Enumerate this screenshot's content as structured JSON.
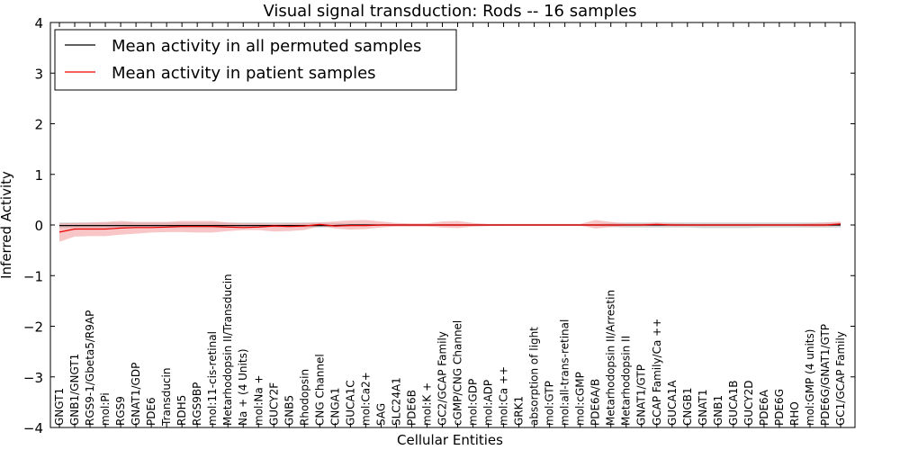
{
  "chart_data": {
    "type": "line",
    "title": "Visual signal transduction: Rods -- 16 samples",
    "xlabel": "Cellular Entities",
    "ylabel": "Inferred Activity",
    "ylim": [
      -4,
      4
    ],
    "yticks": [
      "−4",
      "−3",
      "−2",
      "−1",
      "0",
      "1",
      "2",
      "3",
      "4"
    ],
    "grid": false,
    "legend_position": "top-left",
    "categories": [
      "GNGT1",
      "GNB1/GNGT1",
      "RGS9-1/Gbeta5/R9AP",
      "mol:Pi",
      "RGS9",
      "GNAT1/GDP",
      "PDE6",
      "Transducin",
      "RDH5",
      "RGS9BP",
      "mol:11-cis-retinal",
      "Metarhodopsin II/Transducin",
      "Na + (4 Units)",
      "mol:Na +",
      "GUCY2F",
      "GNB5",
      "Rhodopsin",
      "CNG Channel",
      "CNGA1",
      "GUCA1C",
      "mol:Ca2+",
      "SAG",
      "SLC24A1",
      "PDE6B",
      "mol:K +",
      "GC2/GCAP Family",
      "cGMP/CNG Channel",
      "mol:GDP",
      "mol:ADP",
      "mol:Ca ++",
      "GRK1",
      "absorption of light",
      "mol:GTP",
      "mol:all-trans-retinal",
      "mol:cGMP",
      "PDE6A/B",
      "Metarhodopsin II/Arrestin",
      "Metarhodopsin II",
      "GNAT1/GTP",
      "GCAP Family/Ca ++",
      "GUCA1A",
      "CNGB1",
      "GNAT1",
      "GNB1",
      "GUCA1B",
      "GUCY2D",
      "PDE6A",
      "PDE6G",
      "RHO",
      "mol:GMP (4 units)",
      "PDE6G/GNAT1/GTP",
      "GC1/GCAP Family"
    ],
    "series": [
      {
        "name": "Mean activity in all permuted samples",
        "color": "#000000",
        "band_color": "#b0b0b0",
        "values": [
          -0.01,
          -0.01,
          -0.01,
          -0.01,
          -0.01,
          -0.01,
          -0.01,
          -0.01,
          -0.01,
          -0.01,
          -0.01,
          -0.01,
          -0.01,
          -0.01,
          -0.01,
          -0.01,
          -0.01,
          -0.01,
          -0.01,
          0,
          0,
          0,
          0,
          0,
          0,
          0,
          0,
          0,
          0,
          0,
          0,
          0,
          0,
          0,
          0,
          0,
          0,
          0,
          0,
          0,
          0,
          0,
          0,
          0,
          0,
          0,
          0,
          0,
          0,
          0,
          0,
          0
        ],
        "band_low": [
          -0.06,
          -0.06,
          -0.06,
          -0.06,
          -0.06,
          -0.06,
          -0.06,
          -0.06,
          -0.06,
          -0.06,
          -0.06,
          -0.06,
          -0.05,
          -0.05,
          -0.05,
          -0.05,
          -0.05,
          -0.05,
          -0.04,
          -0.02,
          -0.02,
          -0.02,
          -0.02,
          -0.02,
          -0.02,
          -0.02,
          -0.02,
          -0.02,
          -0.02,
          -0.02,
          -0.02,
          -0.02,
          -0.02,
          -0.02,
          -0.02,
          -0.02,
          -0.04,
          -0.05,
          -0.05,
          -0.05,
          -0.05,
          -0.05,
          -0.06,
          -0.06,
          -0.06,
          -0.06,
          -0.05,
          -0.05,
          -0.05,
          -0.05,
          -0.05,
          -0.05
        ],
        "band_high": [
          0.05,
          0.05,
          0.05,
          0.05,
          0.05,
          0.05,
          0.05,
          0.05,
          0.05,
          0.05,
          0.05,
          0.05,
          0.05,
          0.05,
          0.05,
          0.05,
          0.05,
          0.05,
          0.04,
          0.02,
          0.02,
          0.02,
          0.02,
          0.02,
          0.02,
          0.02,
          0.02,
          0.02,
          0.02,
          0.02,
          0.02,
          0.02,
          0.02,
          0.02,
          0.02,
          0.02,
          0.04,
          0.05,
          0.05,
          0.05,
          0.05,
          0.05,
          0.05,
          0.05,
          0.05,
          0.05,
          0.05,
          0.05,
          0.05,
          0.05,
          0.05,
          0.05
        ]
      },
      {
        "name": "Mean activity in patient samples",
        "color": "#ee0000",
        "band_color": "#f4a0a0",
        "values": [
          -0.14,
          -0.08,
          -0.08,
          -0.08,
          -0.06,
          -0.05,
          -0.05,
          -0.04,
          -0.03,
          -0.03,
          -0.03,
          -0.04,
          -0.05,
          -0.04,
          -0.02,
          -0.03,
          -0.02,
          0.01,
          -0.02,
          -0.01,
          -0.01,
          0,
          0,
          0,
          0,
          0,
          0,
          0,
          0,
          0,
          0,
          0,
          0,
          0,
          0,
          0,
          0,
          0,
          0,
          0.01,
          0,
          0,
          0,
          0,
          0,
          0,
          0,
          0,
          0,
          0,
          0,
          0.02
        ],
        "band_low": [
          -0.33,
          -0.23,
          -0.22,
          -0.22,
          -0.19,
          -0.17,
          -0.15,
          -0.14,
          -0.14,
          -0.15,
          -0.15,
          -0.12,
          -0.1,
          -0.1,
          -0.13,
          -0.12,
          -0.1,
          -0.02,
          -0.07,
          -0.09,
          -0.08,
          -0.05,
          -0.03,
          -0.03,
          -0.03,
          -0.05,
          -0.06,
          -0.03,
          -0.02,
          -0.01,
          -0.01,
          -0.01,
          -0.01,
          -0.01,
          -0.01,
          -0.07,
          -0.04,
          -0.02,
          -0.02,
          -0.02,
          -0.02,
          -0.02,
          -0.02,
          -0.02,
          -0.02,
          -0.02,
          -0.02,
          -0.02,
          -0.02,
          -0.03,
          -0.03,
          -0.01
        ],
        "band_high": [
          0.03,
          0.04,
          0.05,
          0.06,
          0.08,
          0.06,
          0.06,
          0.06,
          0.08,
          0.08,
          0.08,
          0.05,
          0.03,
          0.03,
          0.02,
          0.03,
          0.04,
          0.05,
          0.07,
          0.09,
          0.1,
          0.07,
          0.04,
          0.03,
          0.03,
          0.07,
          0.08,
          0.04,
          0.02,
          0.02,
          0.02,
          0.02,
          0.02,
          0.02,
          0.02,
          0.1,
          0.06,
          0.03,
          0.03,
          0.05,
          0.03,
          0.02,
          0.02,
          0.02,
          0.02,
          0.02,
          0.02,
          0.02,
          0.02,
          0.03,
          0.05,
          0.07
        ]
      }
    ]
  }
}
